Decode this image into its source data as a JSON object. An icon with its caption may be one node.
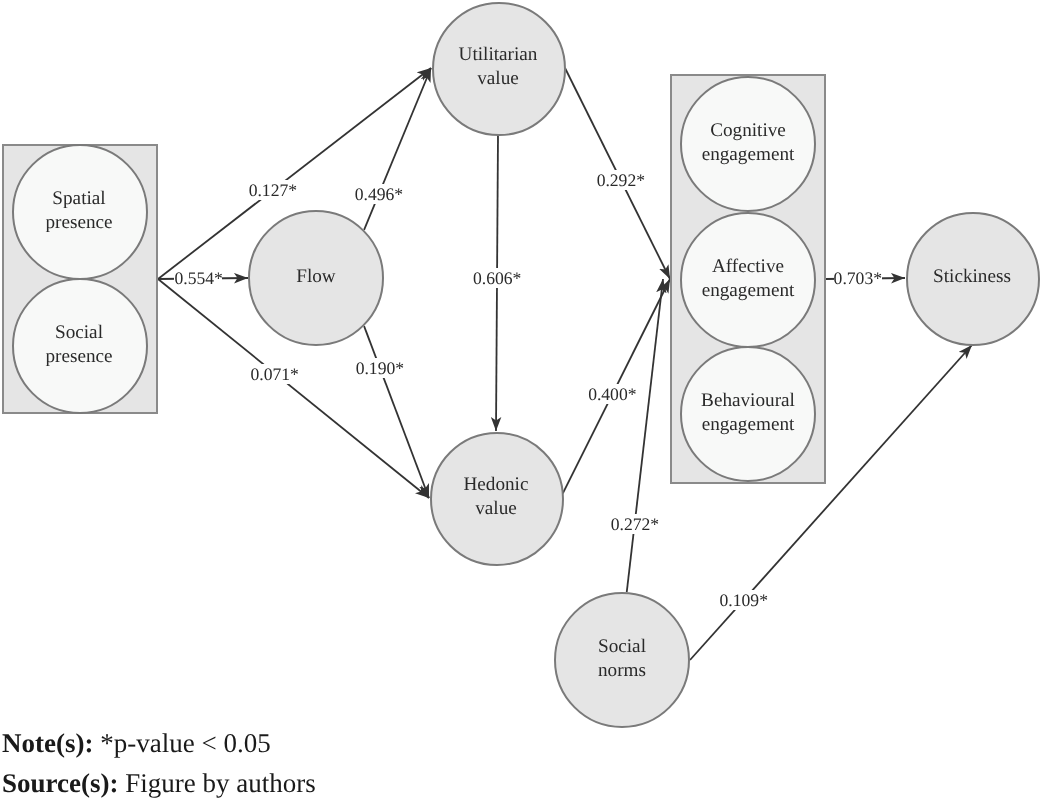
{
  "diagram": {
    "nodes": [
      {
        "text": [],
        "shape": "box"
      },
      {
        "text": [
          "Spatial presence"
        ],
        "in": 0
      },
      {
        "text": [
          "Social presence"
        ],
        "in": 0
      },
      {
        "text": [
          "Flow"
        ]
      },
      {
        "text": [
          "Utilitarian value"
        ]
      },
      {
        "text": [
          "Hedonic value"
        ]
      },
      {
        "text": [],
        "shape": "box"
      },
      {
        "text": [
          "Cognitive engagement"
        ],
        "in": 6
      },
      {
        "text": [
          "Affective engagement"
        ],
        "in": 6
      },
      {
        "text": [
          "Behavioural engagement"
        ],
        "in": 6
      },
      {
        "text": [
          "Social norms"
        ]
      },
      {
        "text": [
          "Stickiness"
        ]
      }
    ],
    "edges": [
      {
        "from": 0,
        "to": 4,
        "arrow": "to",
        "label": "0.127*"
      },
      {
        "from": 0,
        "to": 3,
        "arrow": "to",
        "label": "0.554*"
      },
      {
        "from": 0,
        "to": 5,
        "arrow": "to",
        "label": "0.071*"
      },
      {
        "from": 3,
        "to": 4,
        "arrow": "to",
        "label": "0.496*"
      },
      {
        "from": 3,
        "to": 5,
        "arrow": "to",
        "label": "0.190*"
      },
      {
        "from": 4,
        "to": 5,
        "arrow": "to",
        "label": "0.606*"
      },
      {
        "from": 4,
        "to": 6,
        "arrow": "to",
        "label": "0.292*"
      },
      {
        "from": 5,
        "to": 6,
        "arrow": "to",
        "label": "0.400*"
      },
      {
        "from": 10,
        "to": 6,
        "arrow": "to",
        "label": "0.272*"
      },
      {
        "from": 6,
        "to": 11,
        "arrow": "to",
        "label": "0.703*"
      },
      {
        "from": 10,
        "to": 11,
        "arrow": "to",
        "label": "0.109*"
      }
    ],
    "labels": [
      "**Note(s):** *p-value < 0.05",
      "**Source(s):** Figure by authors"
    ]
  }
}
